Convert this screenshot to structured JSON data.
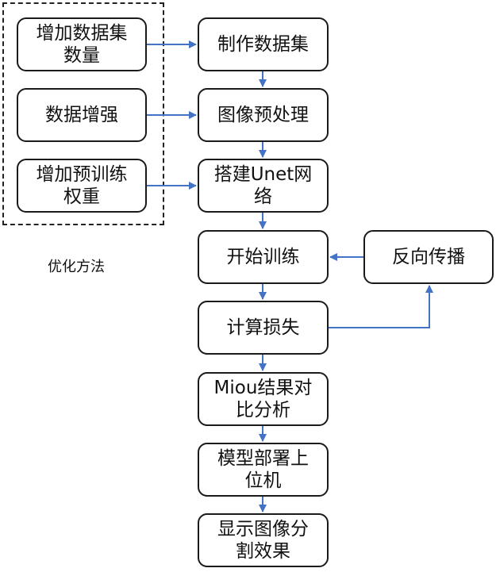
{
  "diagram": {
    "optimization_group_label": "优化方法",
    "optimization_boxes": [
      {
        "id": "increase-dataset-size",
        "text": "增加数据集\n数量"
      },
      {
        "id": "data-augmentation",
        "text": "数据增强"
      },
      {
        "id": "increase-pretrained-weights",
        "text": "增加预训练\n权重"
      }
    ],
    "main_flow": [
      {
        "id": "make-dataset",
        "text": "制作数据集"
      },
      {
        "id": "image-preprocessing",
        "text": "图像预处理"
      },
      {
        "id": "build-unet",
        "text": "搭建Unet网\n络"
      },
      {
        "id": "start-training",
        "text": "开始训练"
      },
      {
        "id": "compute-loss",
        "text": "计算损失"
      },
      {
        "id": "miou-comparison",
        "text": "Miou结果对\n比分析"
      },
      {
        "id": "model-deployment",
        "text": "模型部署上\n位机"
      },
      {
        "id": "show-segmentation",
        "text": "显示图像分\n割效果"
      }
    ],
    "feedback_box": {
      "id": "backpropagation",
      "text": "反向传播"
    },
    "colors": {
      "arrow": "#4472C4",
      "box_border": "#1a1a1a",
      "dashed_border": "#222222"
    }
  }
}
